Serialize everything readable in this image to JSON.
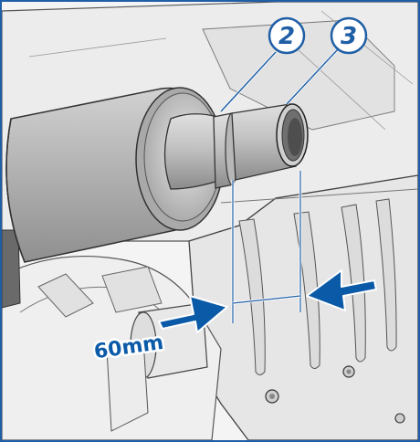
{
  "callouts": [
    {
      "number": "2",
      "meaning": "collar"
    },
    {
      "number": "3",
      "meaning": "tailpipe-end"
    }
  ],
  "dimension": {
    "label": "60mm",
    "value": 60,
    "unit": "mm"
  },
  "colors": {
    "accent": "#1f5fa6",
    "arrow": "#0b5aa8",
    "underbody": "#e6e6e6",
    "muffler": "#b9b9b9",
    "outline": "#333333"
  }
}
